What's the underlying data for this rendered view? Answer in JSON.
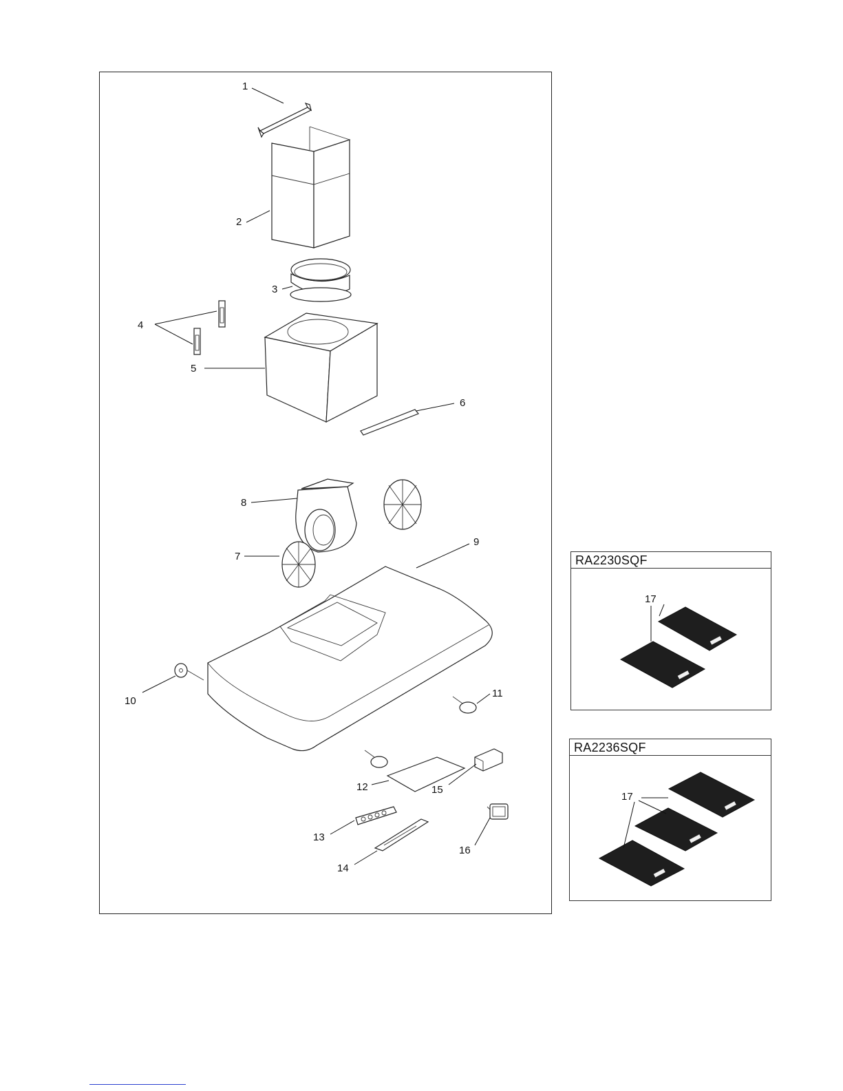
{
  "diagram": {
    "callouts": [
      "1",
      "2",
      "3",
      "4",
      "5",
      "6",
      "7",
      "8",
      "9",
      "10",
      "11",
      "12",
      "13",
      "14",
      "15",
      "16"
    ],
    "variants": [
      {
        "model": "RA2230SQF",
        "callout": "17",
        "filter_count": 2
      },
      {
        "model": "RA2236SQF",
        "callout": "17",
        "filter_count": 3
      }
    ]
  },
  "colors": {
    "line": "#222222",
    "filter": "#1e1e1e",
    "link": "#2a3fcf"
  }
}
